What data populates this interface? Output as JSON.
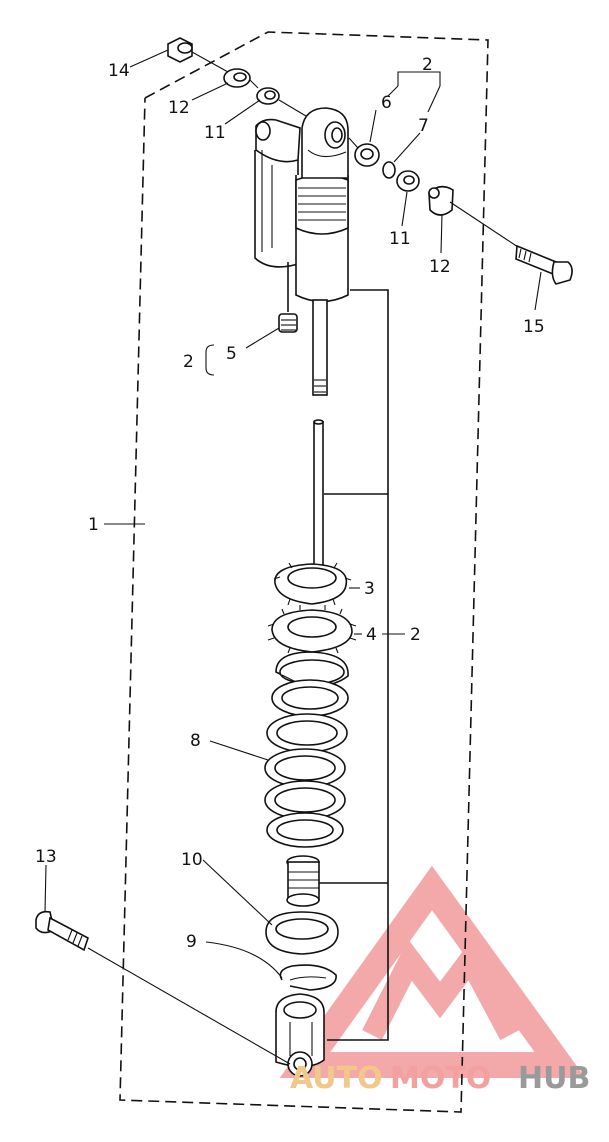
{
  "callouts": {
    "c1": "1",
    "c2_top": "2",
    "c6": "6",
    "c7": "7",
    "c14": "14",
    "c12_left": "12",
    "c11_left": "11",
    "c11_right": "11",
    "c12_right": "12",
    "c15": "15",
    "c2_left": "2",
    "c5": "5",
    "c3": "3",
    "c4": "4",
    "c2_right": "2",
    "c8": "8",
    "c10": "10",
    "c9": "9",
    "c13": "13"
  },
  "watermark": {
    "part1": "AUTO",
    "part2": "MOTO",
    "part3": "HUB",
    "color_primary": "#f2a0a0",
    "color_accent": "#f2c88a",
    "color_dark": "#9a9a9a"
  }
}
